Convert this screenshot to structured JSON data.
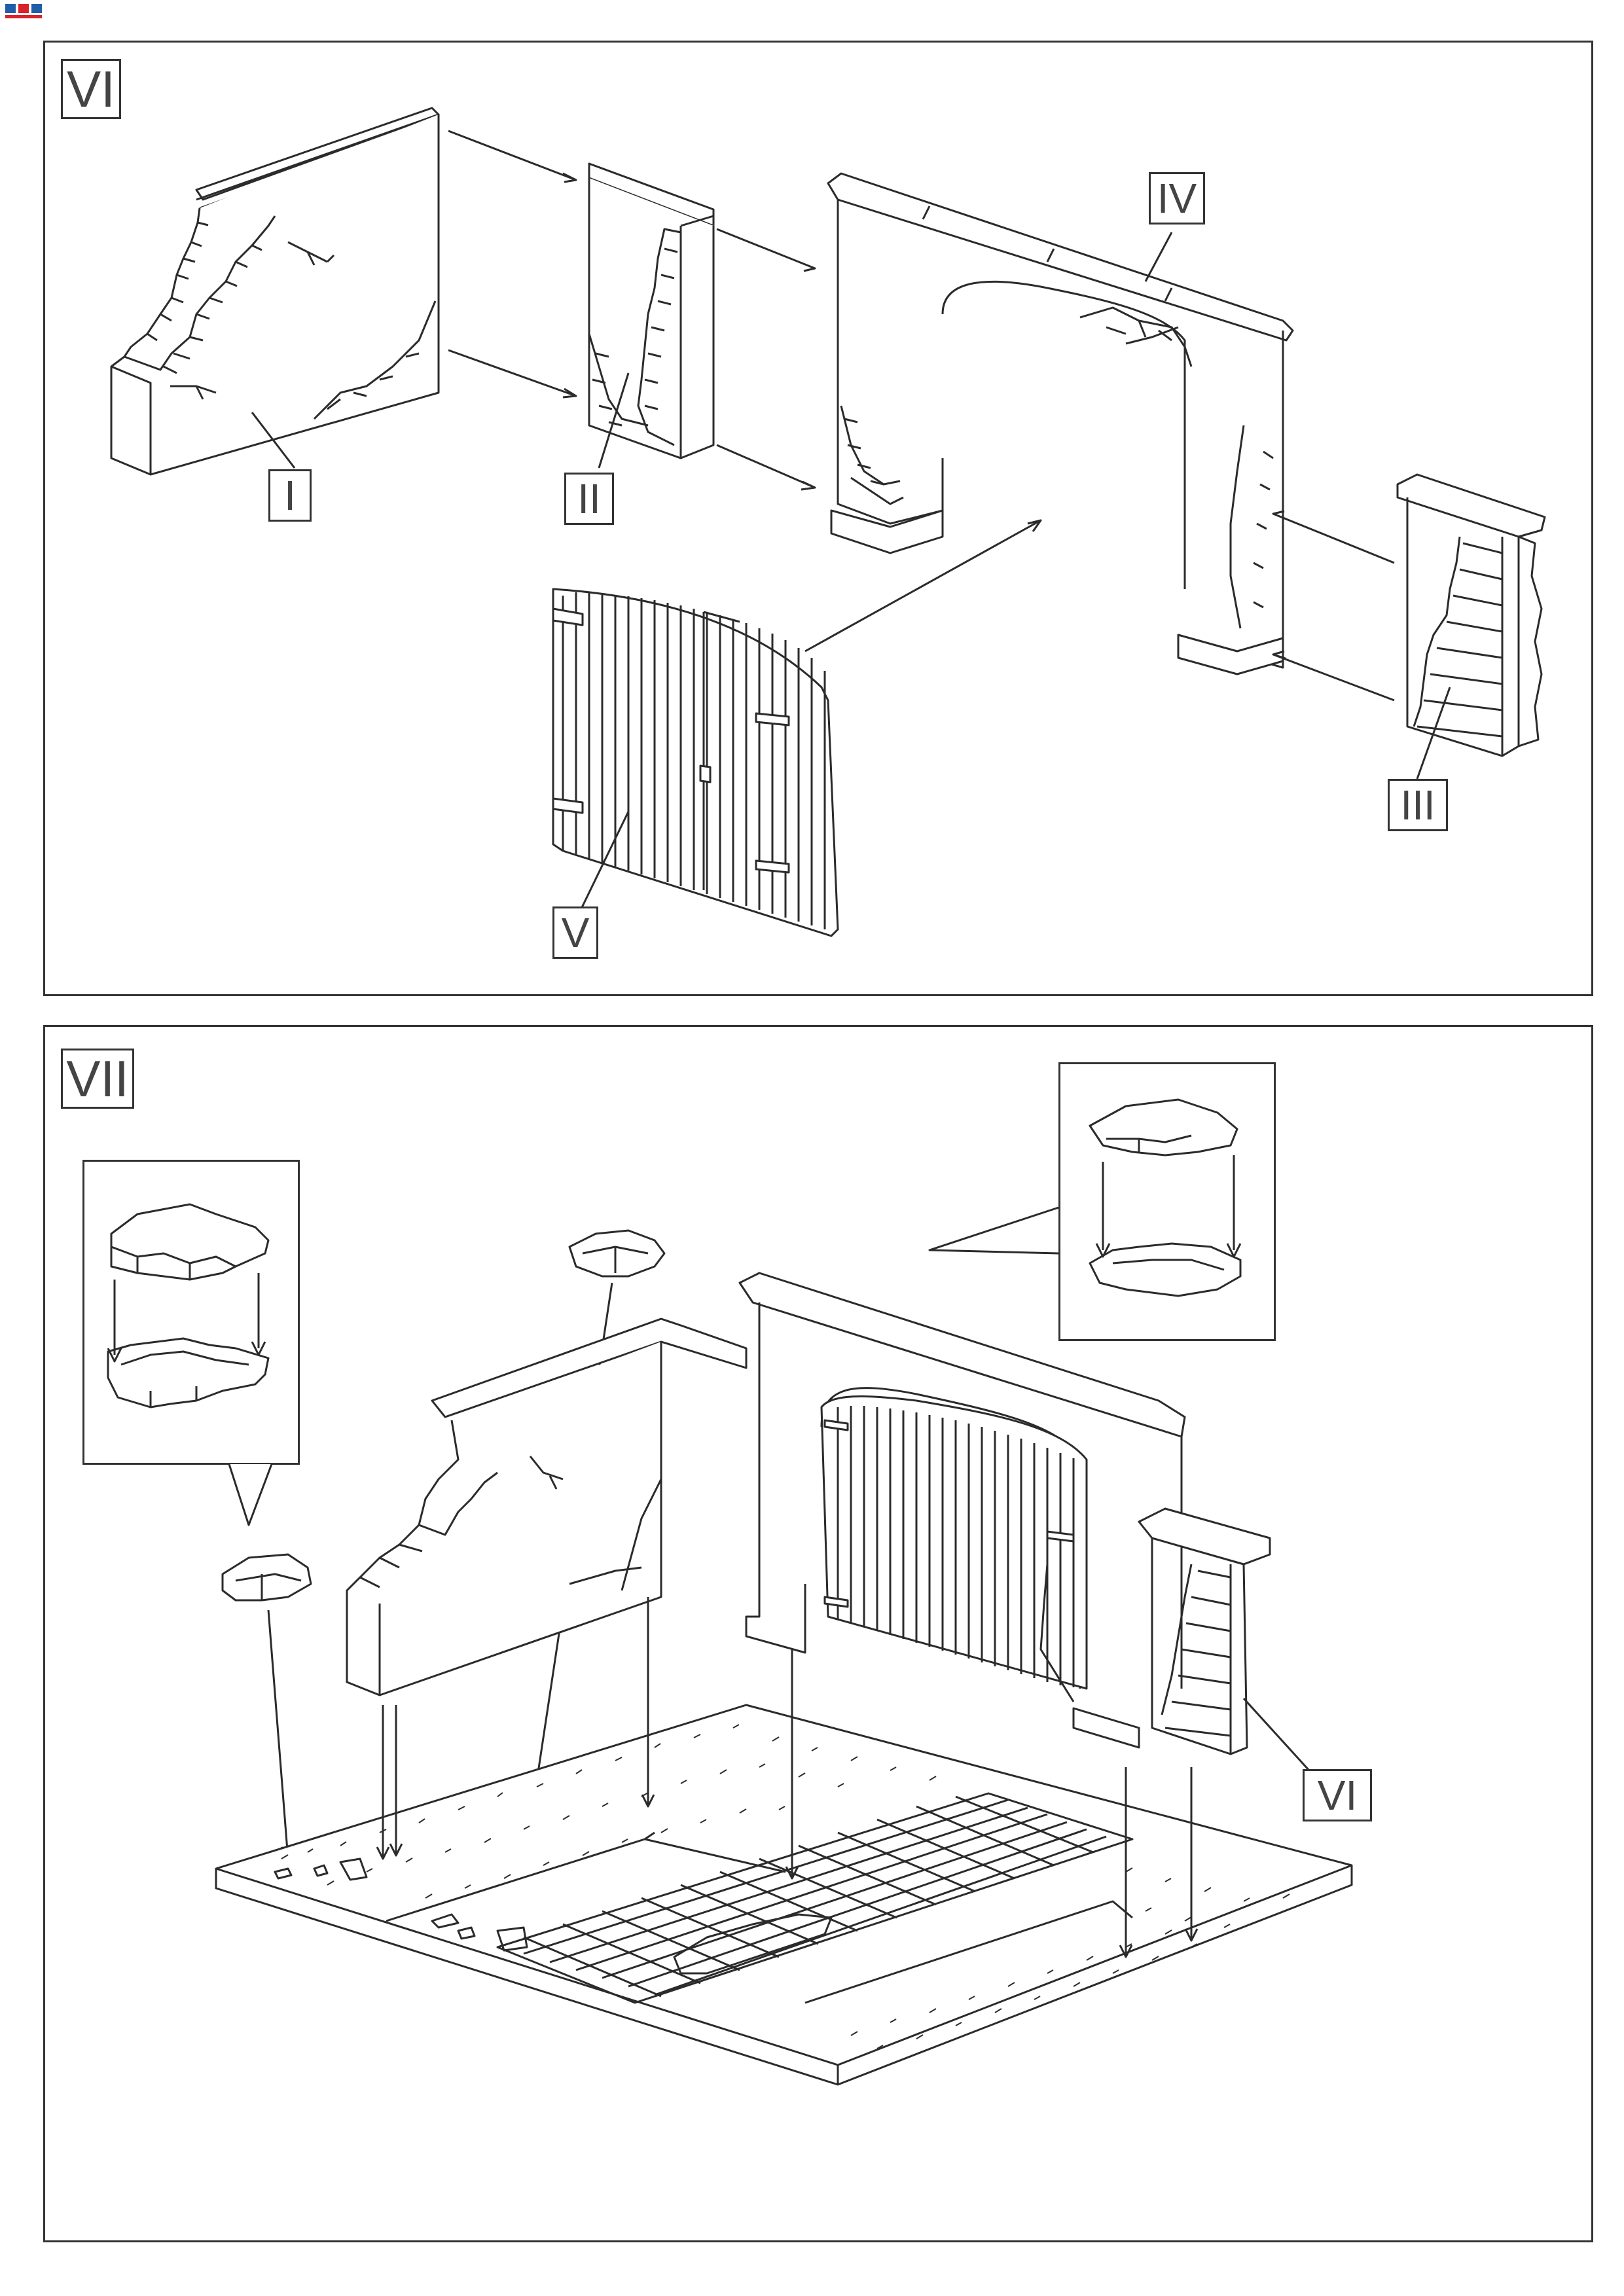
{
  "logo": {
    "icon": "brand-logo-icon"
  },
  "panels": [
    {
      "step": "VI",
      "parts": [
        "I",
        "II",
        "IV",
        "III",
        "V"
      ]
    },
    {
      "step": "VII",
      "parts": [
        "VI"
      ]
    }
  ],
  "colors": {
    "line": "#2b2b2b",
    "background": "#ffffff",
    "logo_red": "#d8232a",
    "logo_blue": "#1f5fa8"
  }
}
